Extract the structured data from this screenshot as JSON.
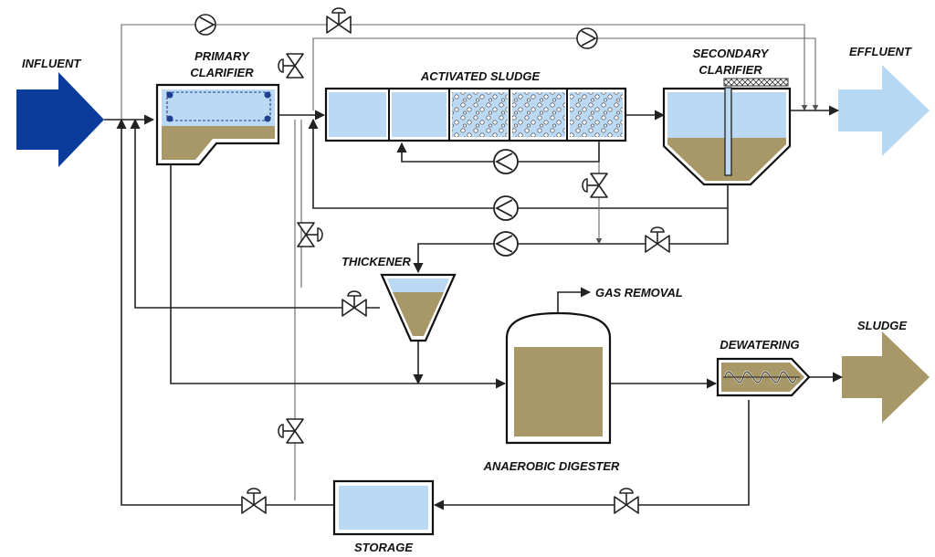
{
  "labels": {
    "influent": "INFLUENT",
    "effluent": "EFFLUENT",
    "primary_clarifier_l1": "PRIMARY",
    "primary_clarifier_l2": "CLARIFIER",
    "activated_sludge": "ACTIVATED SLUDGE",
    "secondary_clarifier_l1": "SECONDARY",
    "secondary_clarifier_l2": "CLARIFIER",
    "thickener": "THICKENER",
    "gas_removal": "GAS REMOVAL",
    "dewatering": "DEWATERING",
    "sludge": "SLUDGE",
    "anaerobic_digester": "ANAEROBIC DIGESTER",
    "storage": "STORAGE"
  },
  "colors": {
    "influent_arrow": "#0b3c9c",
    "effluent_arrow": "#b7d8f2",
    "sludge_arrow": "#a89868",
    "water": "#bcd9f3",
    "sludge": "#a89868",
    "line": "#222222"
  }
}
